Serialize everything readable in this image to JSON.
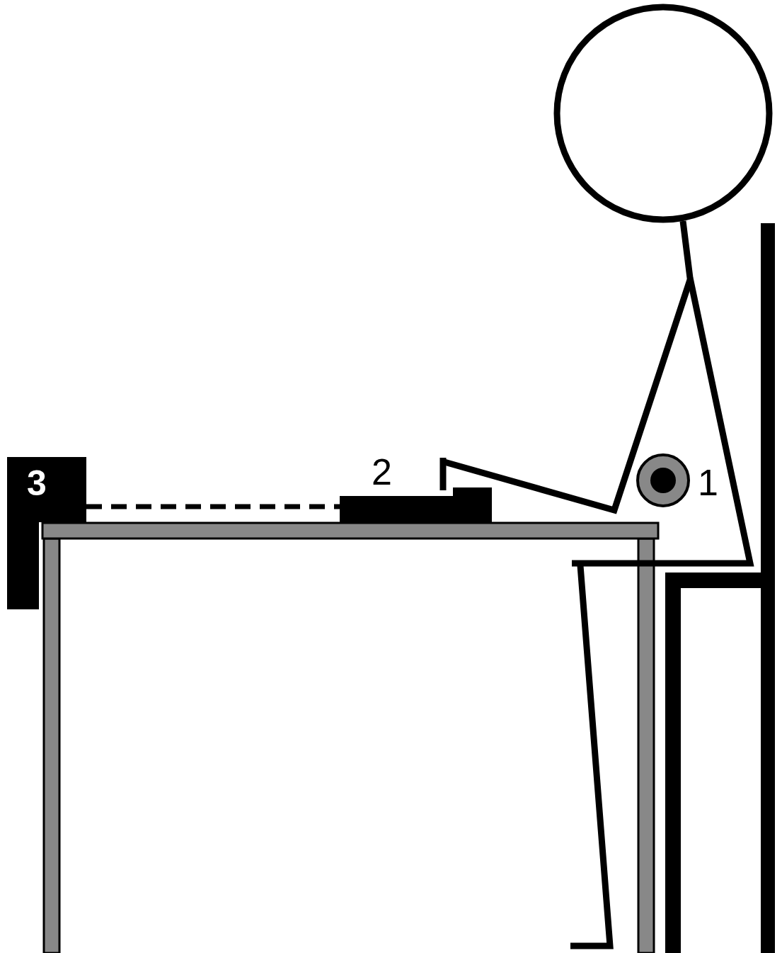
{
  "diagram": {
    "nodes": [
      {
        "text": [
          "3"
        ]
      },
      {
        "text": [
          "2"
        ]
      }
    ],
    "edges": [
      {
        "from": 0,
        "to": 1,
        "arrow": "none"
      }
    ],
    "labels": [
      "1"
    ]
  }
}
